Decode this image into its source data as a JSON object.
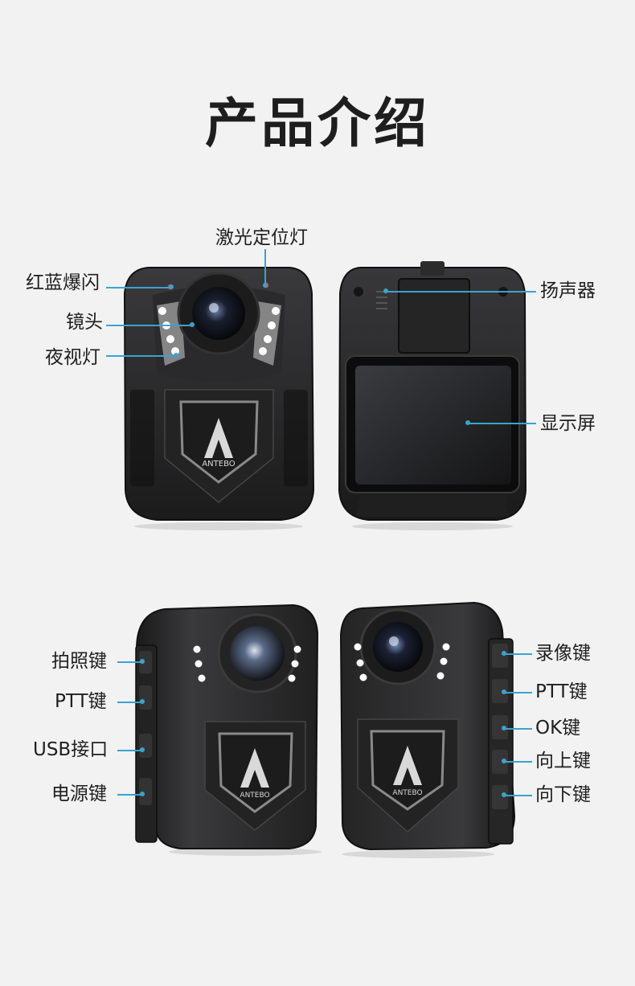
{
  "title": "产品介绍",
  "brand": "ANTEBO",
  "accent_color": "#3aa3cf",
  "front_view": {
    "labels": {
      "laser": "激光定位灯",
      "flash": "红蓝爆闪",
      "lens": "镜头",
      "night": "夜视灯"
    }
  },
  "back_view": {
    "labels": {
      "speaker": "扬声器",
      "screen": "显示屏"
    }
  },
  "left_side_view": {
    "labels": {
      "photo": "拍照键",
      "ptt": "PTT键",
      "usb": "USB接口",
      "power": "电源键"
    }
  },
  "right_side_view": {
    "labels": {
      "record": "录像键",
      "ptt": "PTT键",
      "ok": "OK键",
      "up": "向上键",
      "down": "向下键"
    }
  }
}
